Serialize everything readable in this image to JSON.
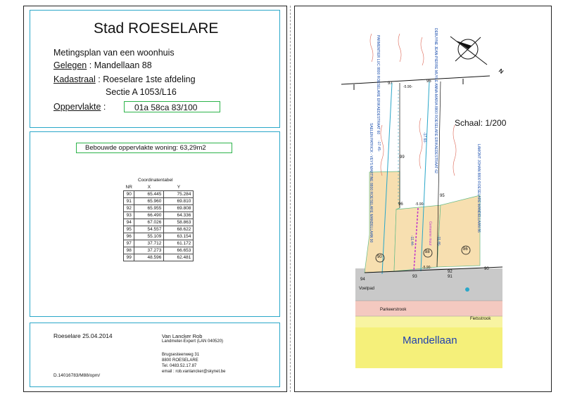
{
  "title": "Stad ROESELARE",
  "header": {
    "line1": "Metingsplan van een woonhuis",
    "line2_label": "Gelegen",
    "line2_sep": " : ",
    "line2_value": "Mandellaan 88",
    "line3_label": "Kadastraal",
    "line3_sep": " : ",
    "line3_value": "Roeselare 1ste afdeling",
    "line4": "Sectie A 1053/L16",
    "area_label": "Oppervlakte",
    "area_sep": " :",
    "area_value": "01a 58ca 83/100"
  },
  "built_area": "Bebouwde oppervlakte woning: 63,29m2",
  "coord_table": {
    "title": "Coordinatentabel",
    "headers": [
      "NR",
      "X",
      "Y"
    ],
    "rows": [
      [
        "90",
        "65.445",
        "75.284"
      ],
      [
        "91",
        "65.960",
        "69.810"
      ],
      [
        "92",
        "65.955",
        "69.808"
      ],
      [
        "93",
        "66.490",
        "64.336"
      ],
      [
        "94",
        "67.026",
        "58.863"
      ],
      [
        "95",
        "54.557",
        "68.622"
      ],
      [
        "96",
        "55.109",
        "63.154"
      ],
      [
        "97",
        "37.712",
        "61.172"
      ],
      [
        "98",
        "37.273",
        "66.653"
      ],
      [
        "99",
        "48.596",
        "62.481"
      ]
    ]
  },
  "footer": {
    "date": "Roeselare 25.04.2014",
    "ref": "D.14016783/M88/opm/",
    "surveyor_name": "Van Lancker Rob",
    "surveyor_title": "Landmeter-Expert (LAN 040520)",
    "address1": "Brugsesteenweg 31",
    "address2": "8800  ROESELARE",
    "tel": "Tel.    0483.52.17.87",
    "email": "email : rob.vanlancker@skynet.be"
  },
  "plan": {
    "scale": "Schaal: 1/200",
    "street": "Mandellaan",
    "footpath": "Voetpad",
    "parking": "Parkeerstrook",
    "bike": "Fietsstrook",
    "north": "N",
    "house_numbers": [
      "90",
      "88",
      "86"
    ],
    "points": [
      "97",
      "96",
      "99",
      "96",
      "95",
      "94",
      "93",
      "92",
      "91",
      "90"
    ],
    "dim_top": "-5.90-",
    "dim_mid": "-5.90-",
    "dim_bottom": "-5.90-",
    "dim_left": "-17.45-",
    "dim_right": "-17.60-",
    "dim_house_left": "-11.44-",
    "dim_house_right": "-11.46-",
    "owner_top_left": "PARMENTIER LUC  8800 ROESELARE  ERIKAEDESTRAAT 60",
    "owner_top_right": "DEBUYNE JEAN-PIERRE  MUYLE ANNA-MARIA  8800 ROESELARE  ERIKAEDESTRAAT 62",
    "owner_left": "SAELEN PATRICK - VEYS MARTINE  8800 ROESELARE  MANDELLAAN 90",
    "owner_right": "LAMONT JOHAN  8800 ROESELARE  MANDELLAAN 86",
    "mandelaan_label": "Gemeene muur"
  },
  "colors": {
    "frame_blue": "#2aa7c9",
    "box_green": "#2db34a",
    "house_fill": "#f7dfb0",
    "road_yellow": "#f5f07a",
    "parking_pink": "#f4c9c0",
    "footpath_gray": "#c9c9c9",
    "street_label": "#1f3fb0"
  }
}
